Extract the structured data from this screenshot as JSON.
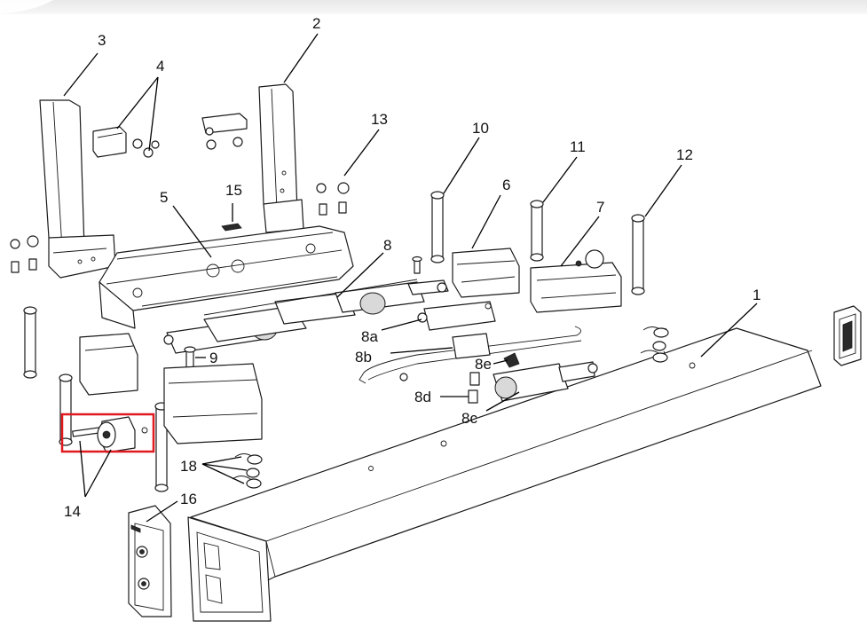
{
  "diagram": {
    "callouts": [
      {
        "id": "c1",
        "text": "1"
      },
      {
        "id": "c2",
        "text": "2"
      },
      {
        "id": "c3",
        "text": "3"
      },
      {
        "id": "c4",
        "text": "4"
      },
      {
        "id": "c5",
        "text": "5"
      },
      {
        "id": "c6",
        "text": "6"
      },
      {
        "id": "c7",
        "text": "7"
      },
      {
        "id": "c8",
        "text": "8"
      },
      {
        "id": "c8a",
        "text": "8a"
      },
      {
        "id": "c8b",
        "text": "8b"
      },
      {
        "id": "c8c",
        "text": "8c"
      },
      {
        "id": "c8d",
        "text": "8d"
      },
      {
        "id": "c8e",
        "text": "8e"
      },
      {
        "id": "c9",
        "text": "9"
      },
      {
        "id": "c10",
        "text": "10"
      },
      {
        "id": "c11",
        "text": "11"
      },
      {
        "id": "c12",
        "text": "12"
      },
      {
        "id": "c13",
        "text": "13"
      },
      {
        "id": "c14",
        "text": "14"
      },
      {
        "id": "c15",
        "text": "15"
      },
      {
        "id": "c16",
        "text": "16"
      },
      {
        "id": "c18",
        "text": "18"
      }
    ],
    "highlight_color": "#e0191f",
    "header_bar_color": "#e6e6e6"
  }
}
